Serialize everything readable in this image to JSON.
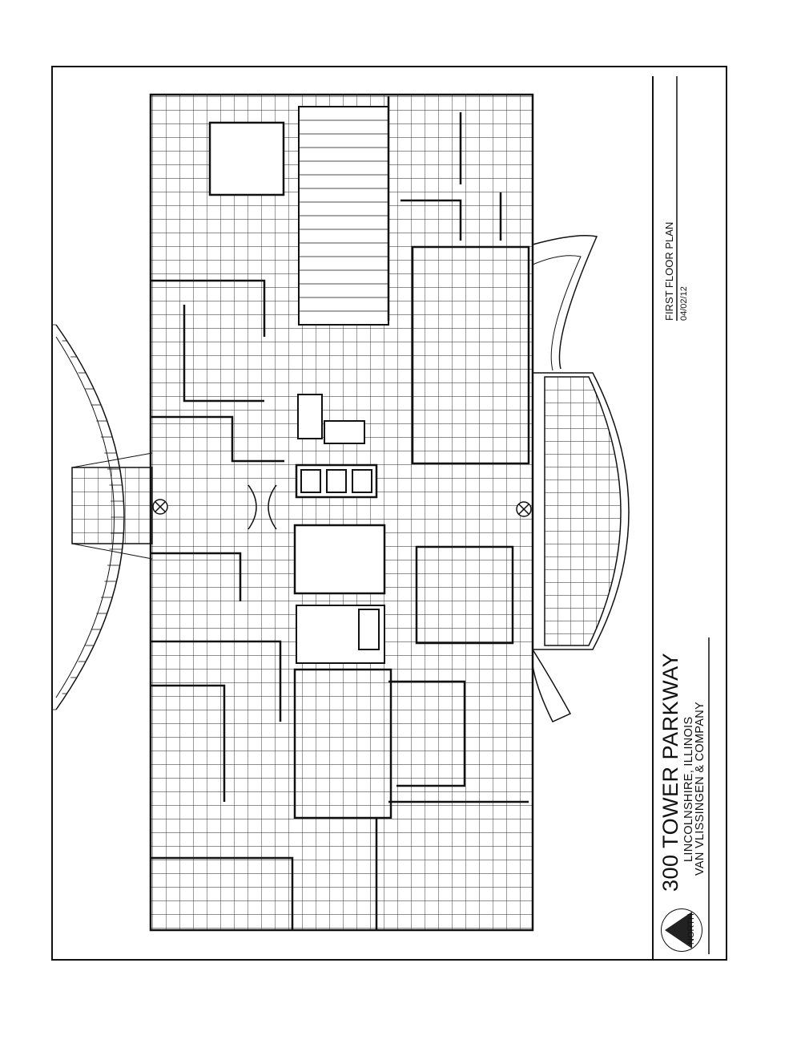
{
  "sheet": {
    "plan_title": "FIRST FLOOR PLAN",
    "plan_date": "04/02/12"
  },
  "title_block": {
    "project": "300 TOWER PARKWAY",
    "location": "LINCOLNSHIRE, ILLINOIS",
    "firm": "VAN VLISSINGEN & COMPANY",
    "north_label": "NORTH"
  },
  "colors": {
    "ink": "#111111",
    "paper": "#ffffff"
  }
}
